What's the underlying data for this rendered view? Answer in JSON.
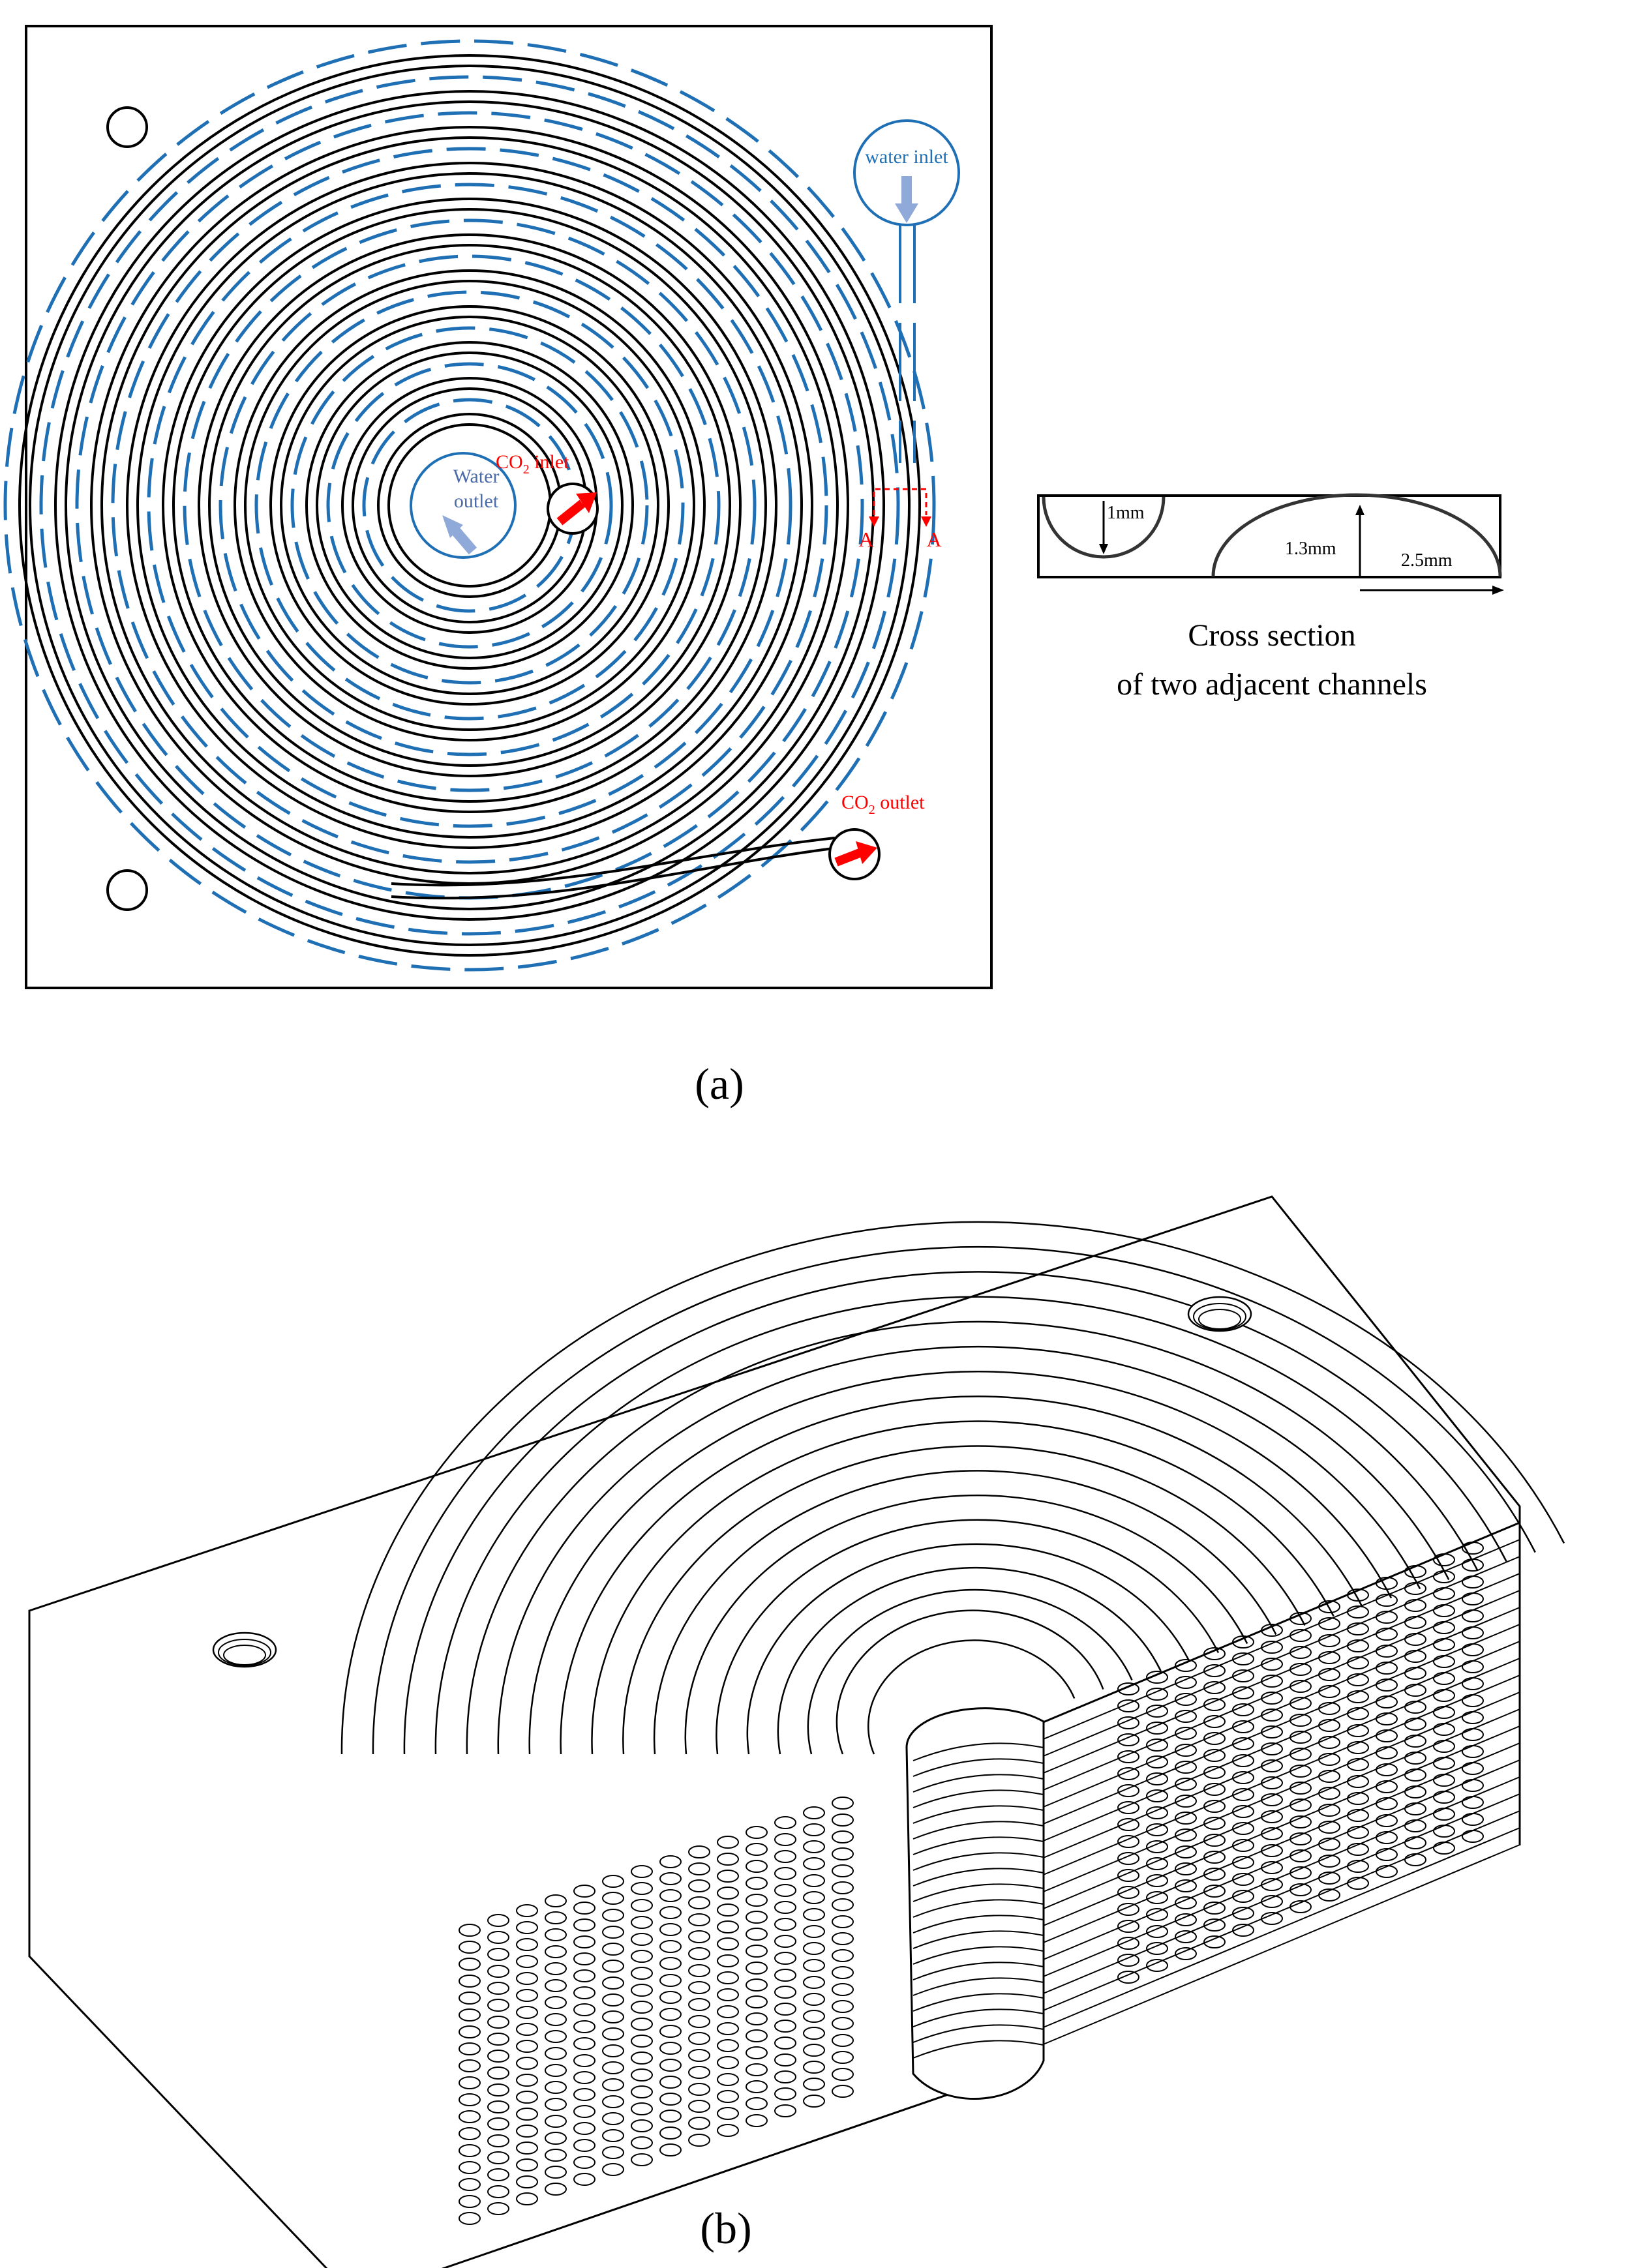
{
  "panel_a": {
    "label": "(a)",
    "water_inlet": "water inlet",
    "water_outlet_line1": "Water",
    "water_outlet_line2": "outlet",
    "co2_inlet_base": "CO",
    "co2_inlet_sub": "2",
    "co2_inlet_tail": " inlet",
    "co2_outlet_base": "CO",
    "co2_outlet_sub": "2",
    "co2_outlet_tail": " outlet",
    "section_marker_left": "A",
    "section_marker_right": "A"
  },
  "cross_section": {
    "dim_1": "1mm",
    "dim_2": "1.3mm",
    "dim_3": "2.5mm",
    "caption_line1": "Cross section",
    "caption_line2": "of two adjacent channels"
  },
  "panel_b": {
    "label": "(b)"
  },
  "colors": {
    "water": "#1f6fb5",
    "water_arrow": "#8fa9d9",
    "co2": "#ff0000",
    "outline": "#000000"
  }
}
